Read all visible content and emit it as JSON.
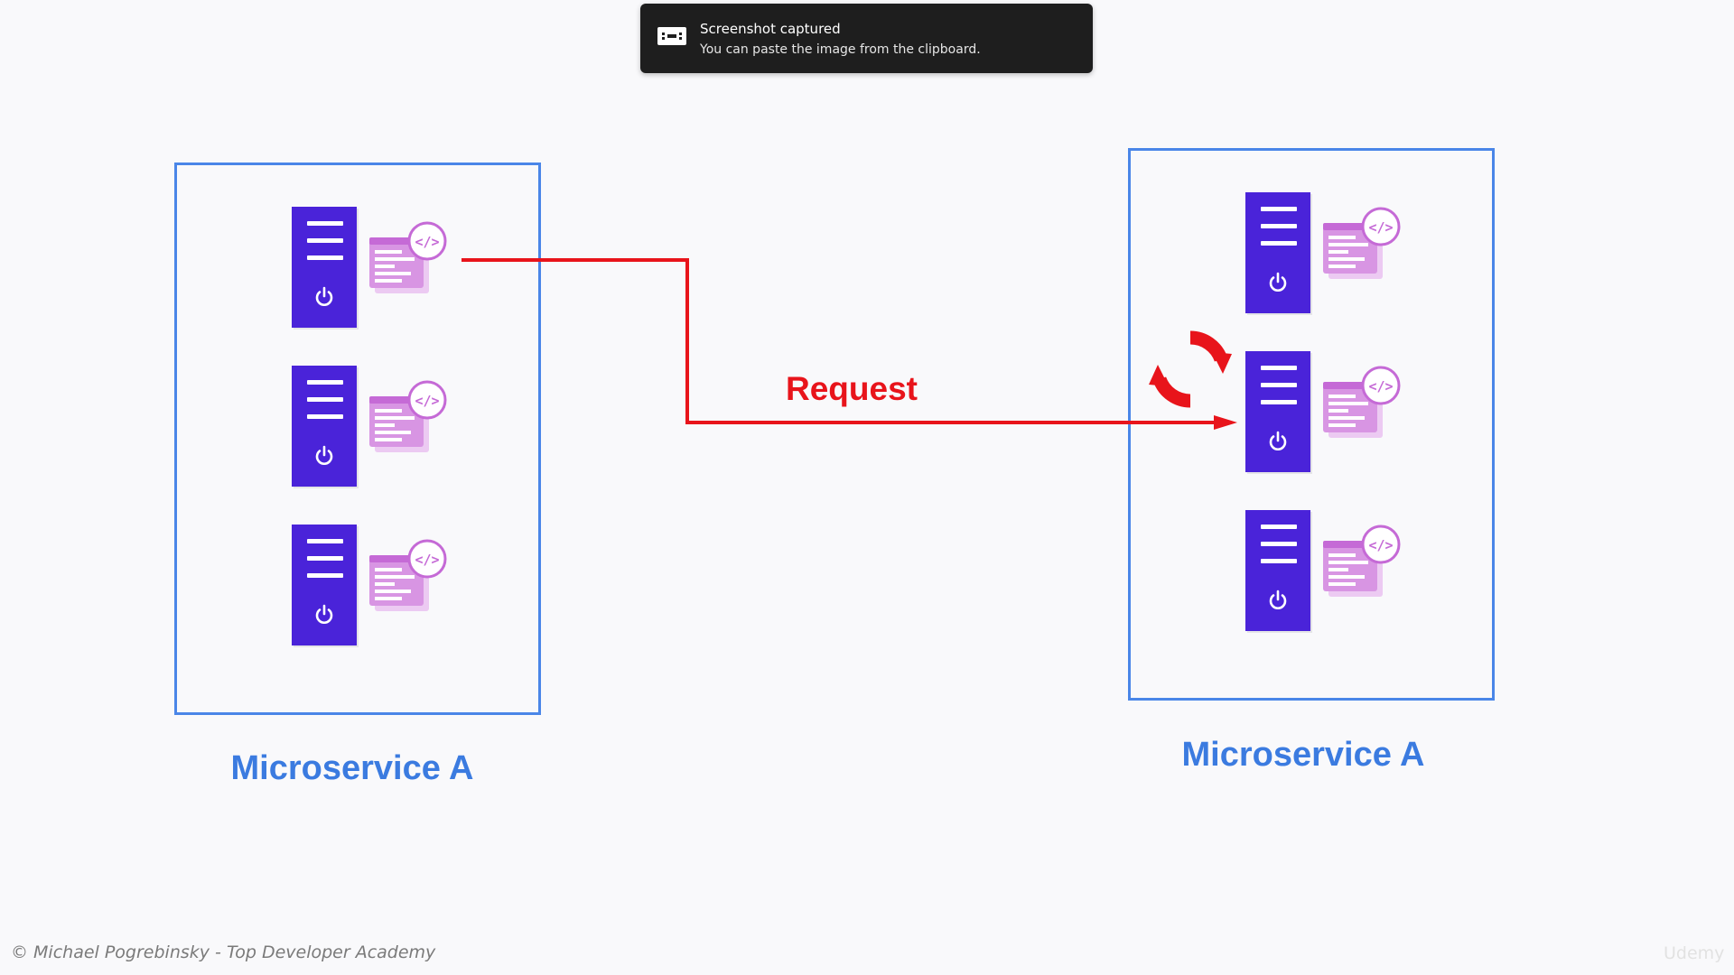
{
  "notification": {
    "icon": "screenshot-icon",
    "title": "Screenshot captured",
    "body": "You can paste the image from the clipboard."
  },
  "diagram": {
    "left_cluster": {
      "label": "Microservice A",
      "instances": 3
    },
    "right_cluster": {
      "label": "Microservice A",
      "instances": 3
    },
    "request_label": "Request",
    "restart_icon": "restart-icon",
    "colors": {
      "cluster_border": "#4a86e8",
      "label": "#3b7be0",
      "server": "#4a23d9",
      "app": "#c56ad6",
      "request": "#e8141b"
    }
  },
  "footer": {
    "copyright": "© Michael Pogrebinsky - Top Developer Academy",
    "watermark": "Udemy"
  }
}
